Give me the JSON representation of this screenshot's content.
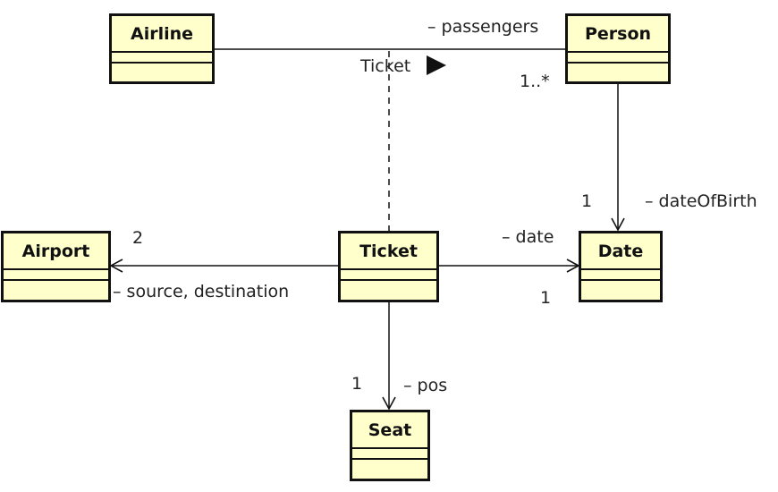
{
  "classes": {
    "airline": "Airline",
    "person": "Person",
    "airport": "Airport",
    "ticket": "Ticket",
    "date": "Date",
    "seat": "Seat"
  },
  "labels": {
    "passengers_role": "– passengers",
    "passengers_mult": "1..*",
    "assoc_class_name": "Ticket",
    "dob_role": "– dateOfBirth",
    "dob_mult": "1",
    "date_role": "– date",
    "date_mult": "1",
    "airport_mult": "2",
    "airport_role": "– source, destination",
    "pos_mult": "1",
    "pos_role": "– pos"
  },
  "colors": {
    "class_fill": "#ffffcc",
    "line": "#111111",
    "text": "#222222"
  }
}
